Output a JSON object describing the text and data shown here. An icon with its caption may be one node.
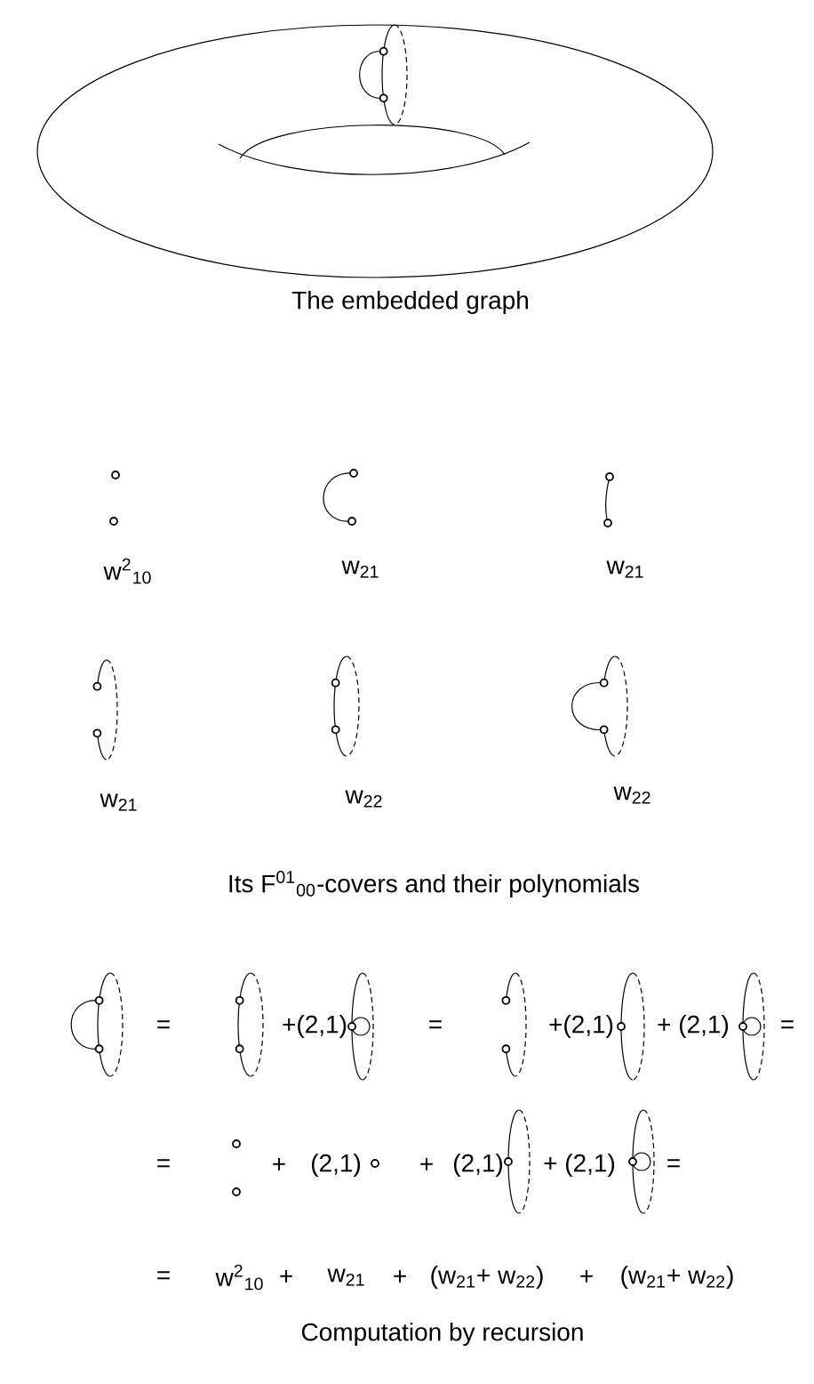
{
  "diagram": {
    "labels": [
      "The embedded graph",
      "w$^{2}$$_{10}$",
      "w$_{21}$",
      "w$_{21}$",
      "w$_{21}$",
      "w$_{22}$",
      "w$_{22}$",
      "Its F$^{01}$$_{00}$-covers and their polynomials",
      "=",
      "+(2,1)",
      "=",
      "+(2,1)",
      "+ (2,1)",
      "=",
      "=",
      "+",
      "(2,1)",
      "+",
      "(2,1)",
      "+ (2,1)",
      "=",
      "=",
      "w$^{2}$$_{10}$",
      "+",
      "w$_{21}$",
      "+",
      "(w$_{21}$+ w$_{22}$)",
      "+",
      "(w$_{21}$+ w$_{22}$)",
      "Computation by recursion"
    ]
  }
}
